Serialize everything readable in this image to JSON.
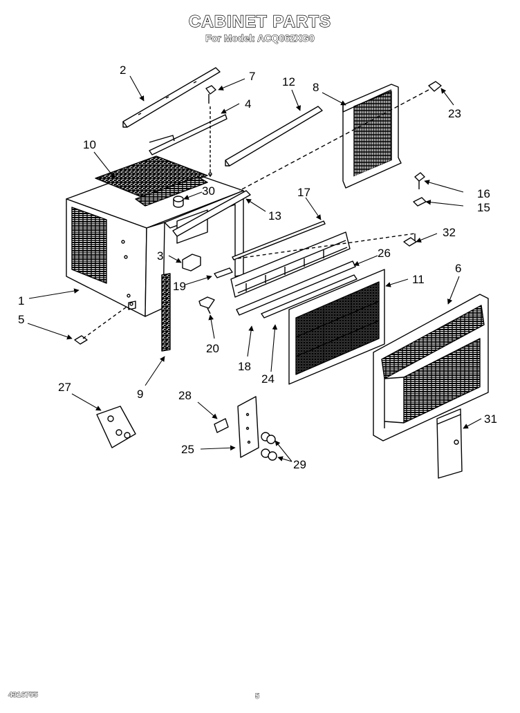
{
  "header": {
    "title": "CABINET PARTS",
    "subtitle": "For Model: ACQ062XG0"
  },
  "callouts": [
    "1",
    "2",
    "3",
    "4",
    "5",
    "6",
    "7",
    "8",
    "9",
    "10",
    "11",
    "12",
    "13",
    "15",
    "16",
    "17",
    "18",
    "19",
    "20",
    "23",
    "24",
    "25",
    "26",
    "27",
    "28",
    "29",
    "30",
    "31",
    "32"
  ],
  "footer": {
    "doc_number": "4316755",
    "page_number": "5"
  }
}
